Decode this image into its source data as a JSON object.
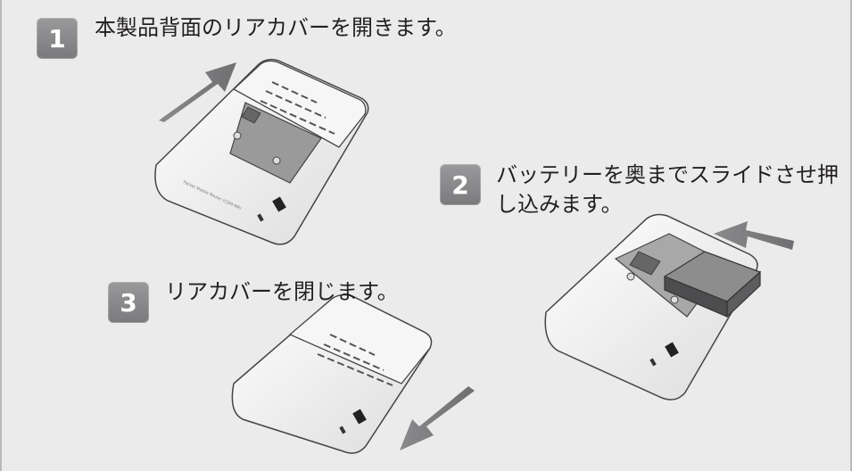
{
  "steps": [
    {
      "number": "1",
      "text": "本製品背面のリアカバーを開きます。"
    },
    {
      "number": "2",
      "line1": "バッテリーを奥までスライドさせ押",
      "line2": "し込みます。"
    },
    {
      "number": "3",
      "text": "リアカバーを閉じます。"
    }
  ],
  "device_label": "Pocket Mobile Router (CDM-MR)",
  "colors": {
    "badge": "#8a8a8c",
    "arrow": "#7d7d7f",
    "background": "#ebebec",
    "device_body": "#f4f4f4",
    "battery": "#5a5a5c"
  },
  "icons": [
    "slide-arrow-icon",
    "router-device-icon",
    "battery-icon"
  ]
}
